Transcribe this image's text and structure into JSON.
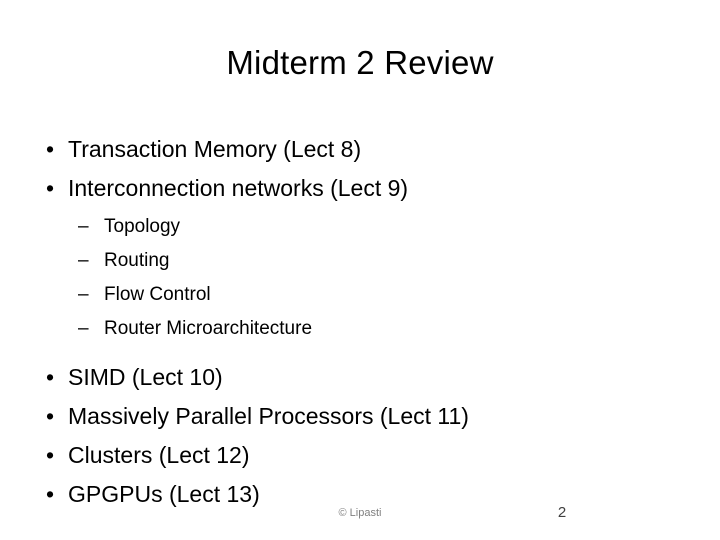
{
  "slide": {
    "title": "Midterm 2 Review",
    "bullets_top": [
      {
        "marker": "•",
        "text": "Transaction Memory (Lect 8)"
      },
      {
        "marker": "•",
        "text": "Interconnection networks (Lect 9)"
      }
    ],
    "sub_bullets": [
      {
        "marker": "–",
        "text": "Topology"
      },
      {
        "marker": "–",
        "text": "Routing"
      },
      {
        "marker": "–",
        "text": "Flow Control"
      },
      {
        "marker": "–",
        "text": "Router Microarchitecture"
      }
    ],
    "bullets_bottom": [
      {
        "marker": "•",
        "text": "SIMD (Lect 10)"
      },
      {
        "marker": "•",
        "text": "Massively Parallel Processors (Lect 11)"
      },
      {
        "marker": "•",
        "text": "Clusters (Lect 12)"
      },
      {
        "marker": "•",
        "text": "GPGPUs (Lect 13)"
      }
    ],
    "footer": {
      "copyright": "© Lipasti",
      "page_number": "2"
    },
    "colors": {
      "background": "#ffffff",
      "text": "#000000",
      "footer_copyright": "#808080",
      "footer_page": "#404040"
    }
  }
}
